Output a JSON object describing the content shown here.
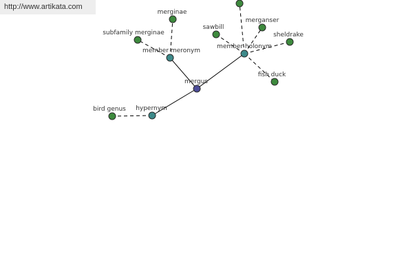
{
  "source_link": "http://www.artikata.com",
  "colors": {
    "center": "#4d4d99",
    "relation": "#3d8a8a",
    "leaf": "#3d8a3d"
  },
  "graph": {
    "center": "mergus",
    "relations": {
      "hypernym": "hypernym",
      "member_meronym": "member meronym",
      "member_holonym": "member holonym"
    },
    "leaves": {
      "bird_genus": "bird genus",
      "merginae": "merginae",
      "subfamily_merginae": "subfamily merginae",
      "sawbill": "sawbill",
      "merganser": "merganser",
      "sheldrake": "sheldrake",
      "fish_duck": "fish duck"
    }
  }
}
